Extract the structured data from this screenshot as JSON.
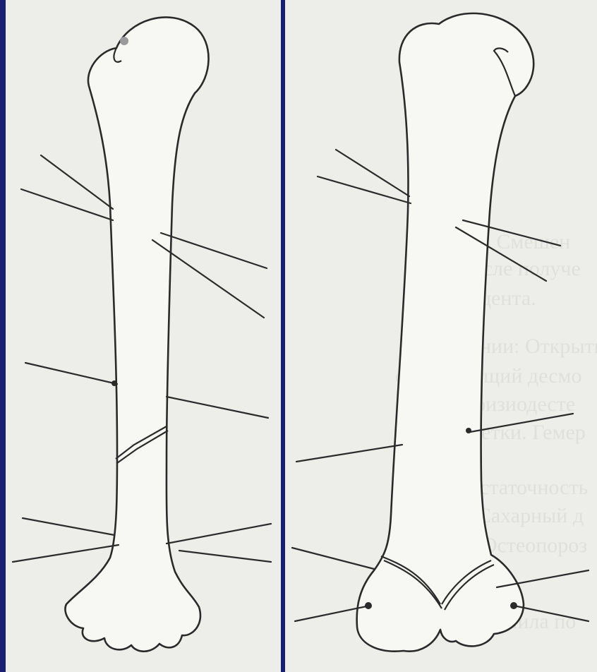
{
  "figure": {
    "background_color": "#1a1f73",
    "paper_color": "#ededea",
    "panels": [
      {
        "name": "left",
        "subject": "femur-with-transfixing-wires-shaft-fracture"
      },
      {
        "name": "right",
        "subject": "femur-with-transfixing-wires-condylar-fracture"
      }
    ]
  },
  "bleed_through_text": [
    "Кр ния. Смешен",
    "чем после получе",
    "цента.",
    "нии: Открытый (П",
    "сковывающий десмо",
    "и эпифизиодесте",
    "вой клетки. Гемер",
    "недостаточность",
    "мроз. Сахарный д",
    ". Т.). Остеопороз",
    "са поступила по"
  ]
}
